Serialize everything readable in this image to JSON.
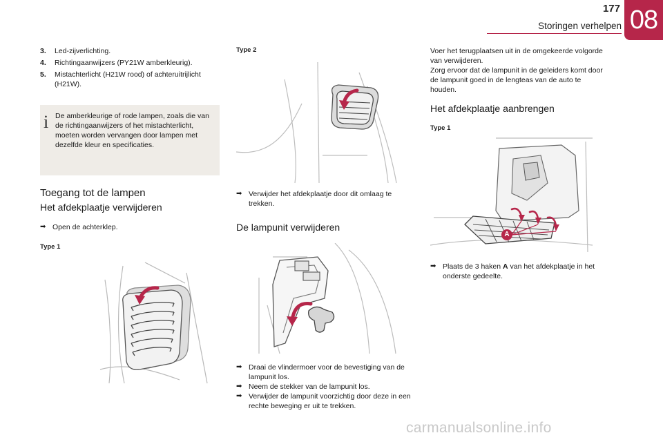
{
  "header": {
    "page_number": "177",
    "section_title": "Storingen verhelpen",
    "chapter": "08"
  },
  "col1": {
    "list": [
      {
        "num": "3.",
        "text": "Led-zijverlichting."
      },
      {
        "num": "4.",
        "text": "Richtingaanwijzers (PY21W amberkleurig)."
      },
      {
        "num": "5.",
        "text": "Mistachterlicht (H21W rood) of achteruitrijlicht (H21W)."
      }
    ],
    "info": "De amberkleurige of rode lampen, zoals die van de richtingaanwijzers of het mistachterlicht, moeten worden vervangen door lampen met dezelfde kleur en specificaties.",
    "heading": "Toegang tot de lampen",
    "subheading": "Het afdekplaatje verwijderen",
    "step": "Open de achterklep.",
    "type_label": "Type 1"
  },
  "col2": {
    "type_label": "Type 2",
    "step1": "Verwijder het afdekplaatje door dit omlaag te trekken.",
    "heading": "De lampunit verwijderen",
    "steps": [
      "Draai de vlindermoer voor de bevestiging van de lampunit los.",
      "Neem de stekker van de lampunit los.",
      "Verwijder de lampunit voorzichtig door deze in een rechte beweging er uit te trekken."
    ]
  },
  "col3": {
    "intro": "Voer het terugplaatsen uit in de omgekeerde volgorde van verwijderen.\nZorg ervoor dat de lampunit in de geleiders komt door de lampunit goed in de lengteas van de auto te houden.",
    "heading": "Het afdekplaatje aanbrengen",
    "type_label": "Type 1",
    "callout_label": "A",
    "step_before": "Plaats de 3 haken ",
    "step_bold": "A",
    "step_after": " van het afdekplaatje in het onderste gedeelte."
  },
  "bullet_glyph": "",
  "watermark": "carmanualsonline.info",
  "colors": {
    "accent": "#b6264a",
    "info_bg": "#efece7",
    "arrow": "#b6264a"
  }
}
